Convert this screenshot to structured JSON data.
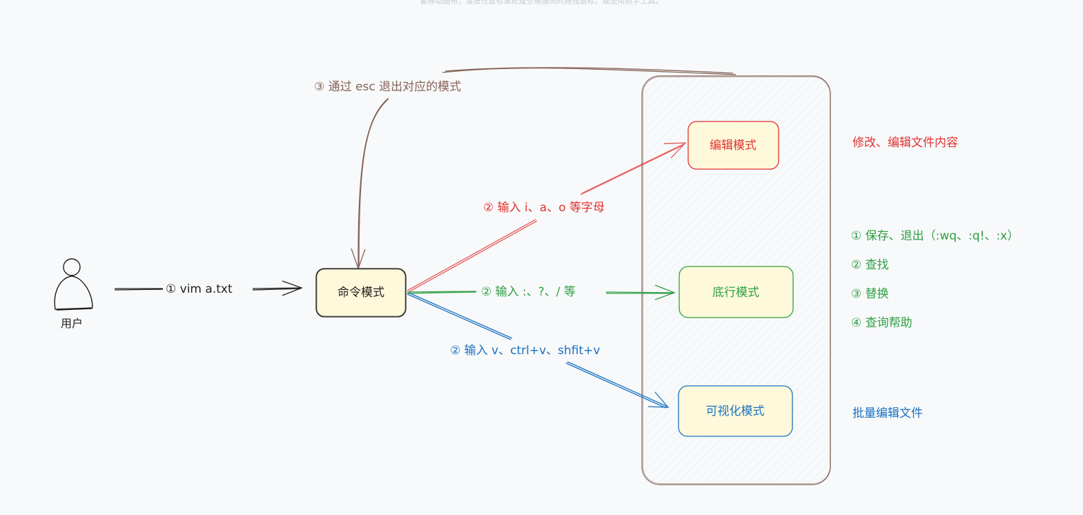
{
  "hint": "要移动画布，请按住鼠标滚轮或空格键同时拖拽鼠标，或使用抓手工具。",
  "user_label": "用户",
  "edges": {
    "vim": "① vim a.txt",
    "esc": "③ 通过 esc 退出对应的模式",
    "edit": "② 输入 i、a、o 等字母",
    "lastline": "② 输入 :、?、/ 等",
    "visual": "② 输入 v、ctrl+v、shfit+v"
  },
  "nodes": {
    "command": "命令模式",
    "edit": "编辑模式",
    "lastline": "底行模式",
    "visual": "可视化模式"
  },
  "notes": {
    "edit": "修改、编辑文件内容",
    "lastline": [
      "① 保存、退出（:wq、:q!、:x）",
      "② 查找",
      "③ 替换",
      "④ 查询帮助"
    ],
    "visual": "批量编辑文件"
  },
  "colors": {
    "ink": "#1e1e1e",
    "brown": "#846358",
    "red": "#e03131",
    "green": "#2f9e44",
    "blue": "#1971c2",
    "fill": "#fff9db"
  }
}
